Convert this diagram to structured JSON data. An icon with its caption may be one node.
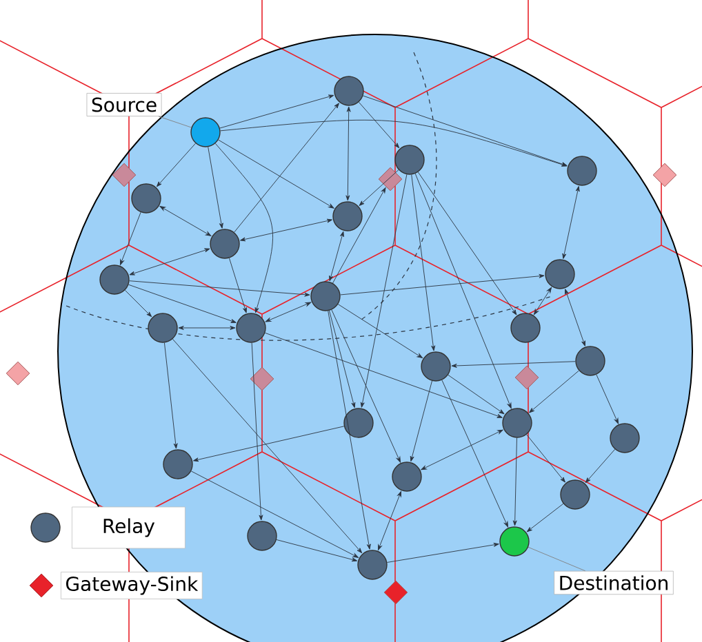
{
  "diagram": {
    "nodes": [
      {
        "text": [
          "Source"
        ]
      },
      {
        "text": [],
        "shape": "circle"
      },
      {
        "text": [
          "Destination"
        ]
      },
      {
        "text": [],
        "shape": "circle"
      },
      {
        "text": [],
        "shape": "circle"
      },
      {
        "text": [],
        "shape": "circle"
      },
      {
        "text": [],
        "shape": "circle"
      },
      {
        "text": [],
        "shape": "circle"
      },
      {
        "text": [],
        "shape": "circle"
      },
      {
        "text": [],
        "shape": "circle"
      },
      {
        "text": [],
        "shape": "circle"
      },
      {
        "text": [],
        "shape": "circle"
      },
      {
        "text": [],
        "shape": "circle"
      },
      {
        "text": [],
        "shape": "circle"
      },
      {
        "text": [],
        "shape": "circle"
      },
      {
        "text": [],
        "shape": "circle"
      },
      {
        "text": [],
        "shape": "circle"
      },
      {
        "text": [],
        "shape": "circle"
      },
      {
        "text": [],
        "shape": "circle"
      },
      {
        "text": [],
        "shape": "circle"
      },
      {
        "text": [],
        "shape": "circle"
      },
      {
        "text": [],
        "shape": "circle"
      },
      {
        "text": [],
        "shape": "circle"
      },
      {
        "text": [],
        "shape": "circle"
      },
      {
        "text": [],
        "shape": "circle"
      },
      {
        "text": [],
        "shape": "circle"
      },
      {
        "text": [],
        "shape": "diamond"
      },
      {
        "text": [],
        "shape": "diamond"
      },
      {
        "text": [],
        "shape": "diamond"
      },
      {
        "text": [],
        "shape": "diamond"
      },
      {
        "text": [],
        "shape": "diamond"
      },
      {
        "text": [],
        "shape": "diamond"
      },
      {
        "text": [],
        "shape": "diamond"
      }
    ],
    "edges": [
      {
        "from": 0,
        "to": 1,
        "arrow": "none"
      },
      {
        "from": 2,
        "to": 3,
        "arrow": "none"
      },
      {
        "from": 1,
        "to": 4,
        "arrow": "to"
      },
      {
        "from": 1,
        "to": 6,
        "arrow": "to"
      },
      {
        "from": 1,
        "to": 7,
        "arrow": "to"
      },
      {
        "from": 1,
        "to": 8,
        "arrow": "to"
      },
      {
        "from": 1,
        "to": 9,
        "arrow": "to"
      },
      {
        "from": 1,
        "to": 14,
        "arrow": "to"
      },
      {
        "from": 4,
        "to": 9,
        "arrow": "both"
      },
      {
        "from": 4,
        "to": 5,
        "arrow": "to"
      },
      {
        "from": 4,
        "to": 6,
        "arrow": "to"
      },
      {
        "from": 8,
        "to": 4,
        "arrow": "to"
      },
      {
        "from": 7,
        "to": 10,
        "arrow": "to"
      },
      {
        "from": 7,
        "to": 8,
        "arrow": "both"
      },
      {
        "from": 8,
        "to": 10,
        "arrow": "both"
      },
      {
        "from": 8,
        "to": 14,
        "arrow": "to"
      },
      {
        "from": 8,
        "to": 9,
        "arrow": "both"
      },
      {
        "from": 9,
        "to": 11,
        "arrow": "both"
      },
      {
        "from": 5,
        "to": 9,
        "arrow": "to"
      },
      {
        "from": 5,
        "to": 16,
        "arrow": "to"
      },
      {
        "from": 5,
        "to": 18,
        "arrow": "to"
      },
      {
        "from": 5,
        "to": 19,
        "arrow": "to"
      },
      {
        "from": 5,
        "to": 15,
        "arrow": "to"
      },
      {
        "from": 11,
        "to": 27,
        "arrow": "to"
      },
      {
        "from": 10,
        "to": 13,
        "arrow": "to"
      },
      {
        "from": 10,
        "to": 14,
        "arrow": "to"
      },
      {
        "from": 10,
        "to": 11,
        "arrow": "to"
      },
      {
        "from": 13,
        "to": 14,
        "arrow": "both"
      },
      {
        "from": 14,
        "to": 11,
        "arrow": "both"
      },
      {
        "from": 11,
        "to": 12,
        "arrow": "to"
      },
      {
        "from": 11,
        "to": 16,
        "arrow": "to"
      },
      {
        "from": 11,
        "to": 18,
        "arrow": "to"
      },
      {
        "from": 11,
        "to": 22,
        "arrow": "to"
      },
      {
        "from": 11,
        "to": 25,
        "arrow": "to"
      },
      {
        "from": 6,
        "to": 12,
        "arrow": "both"
      },
      {
        "from": 12,
        "to": 15,
        "arrow": "both"
      },
      {
        "from": 12,
        "to": 17,
        "arrow": "both"
      },
      {
        "from": 17,
        "to": 16,
        "arrow": "to"
      },
      {
        "from": 17,
        "to": 19,
        "arrow": "to"
      },
      {
        "from": 17,
        "to": 20,
        "arrow": "to"
      },
      {
        "from": 16,
        "to": 19,
        "arrow": "to"
      },
      {
        "from": 16,
        "to": 22,
        "arrow": "to"
      },
      {
        "from": 16,
        "to": 3,
        "arrow": "to"
      },
      {
        "from": 19,
        "to": 3,
        "arrow": "to"
      },
      {
        "from": 19,
        "to": 22,
        "arrow": "both"
      },
      {
        "from": 19,
        "to": 23,
        "arrow": "to"
      },
      {
        "from": 20,
        "to": 23,
        "arrow": "to"
      },
      {
        "from": 23,
        "to": 3,
        "arrow": "to"
      },
      {
        "from": 22,
        "to": 25,
        "arrow": "both"
      },
      {
        "from": 25,
        "to": 3,
        "arrow": "to"
      },
      {
        "from": 13,
        "to": 21,
        "arrow": "to"
      },
      {
        "from": 13,
        "to": 25,
        "arrow": "to"
      },
      {
        "from": 14,
        "to": 24,
        "arrow": "to"
      },
      {
        "from": 14,
        "to": 19,
        "arrow": "to"
      },
      {
        "from": 18,
        "to": 21,
        "arrow": "to"
      },
      {
        "from": 21,
        "to": 25,
        "arrow": "to"
      },
      {
        "from": 24,
        "to": 25,
        "arrow": "to"
      }
    ],
    "legend": [
      {
        "text": "Relay"
      },
      {
        "text": "Gateway-Sink"
      }
    ]
  }
}
